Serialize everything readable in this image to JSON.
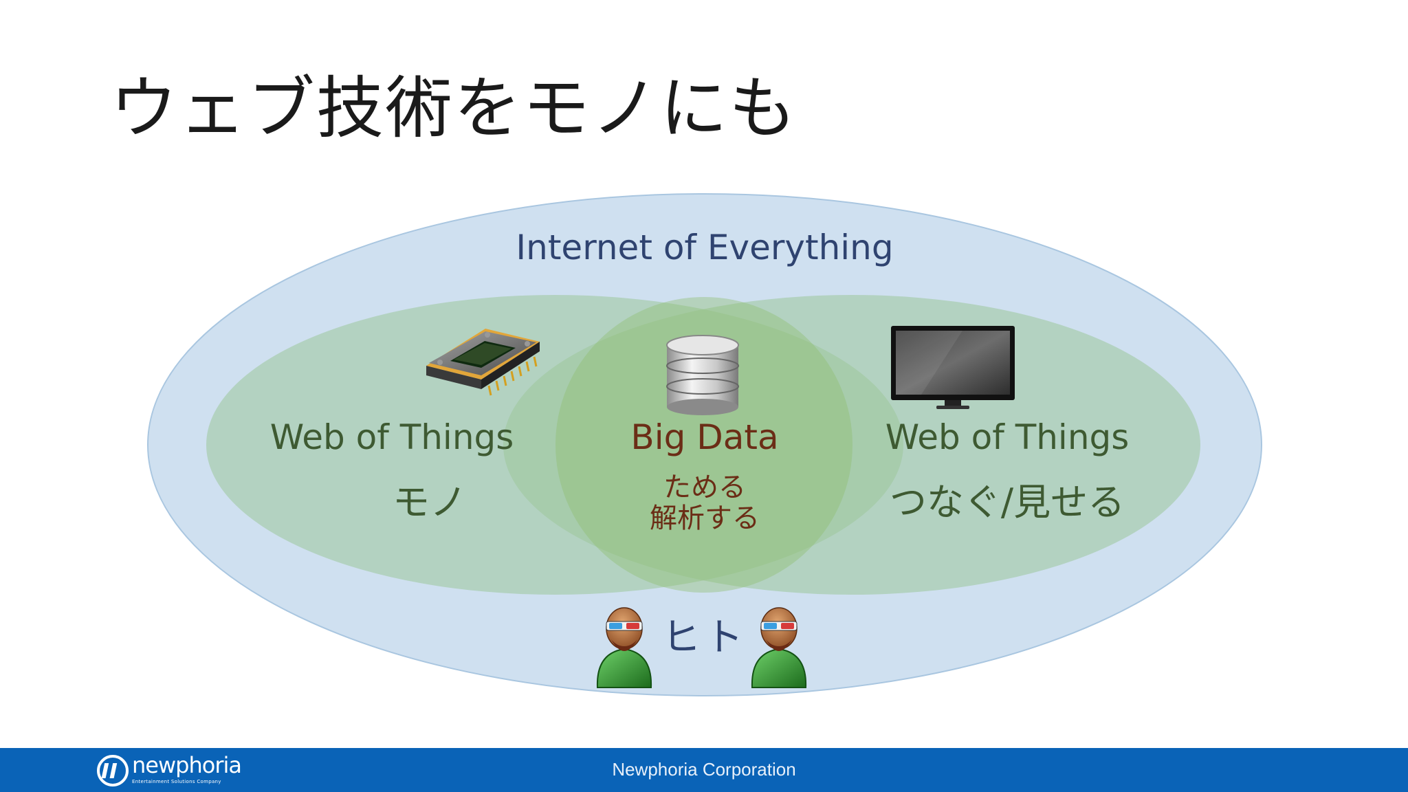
{
  "slide": {
    "title": "ウェブ技術をモノにも"
  },
  "diagram": {
    "outer_label": "Internet of Everything",
    "left": {
      "heading": "Web of Things",
      "sub": "モノ",
      "icon": "microchip-icon"
    },
    "center": {
      "heading": "Big Data",
      "line1": "ためる",
      "line2": "解析する",
      "icon": "database-icon"
    },
    "right": {
      "heading": "Web of Things",
      "sub": "つなぐ/見せる",
      "icon": "monitor-icon"
    },
    "bottom": {
      "label": "ヒト",
      "icon": "person-with-3d-glasses-icon"
    }
  },
  "footer": {
    "logo_text": "newphoria",
    "logo_tagline": "Entertainment Solutions Company",
    "company": "Newphoria Corporation"
  },
  "colors": {
    "outer_ellipse": "#cfe0f0",
    "inner_ellipse": "#b5d3b4",
    "center_circle": "#a9cb93",
    "footer_bar": "#0a63b7"
  }
}
